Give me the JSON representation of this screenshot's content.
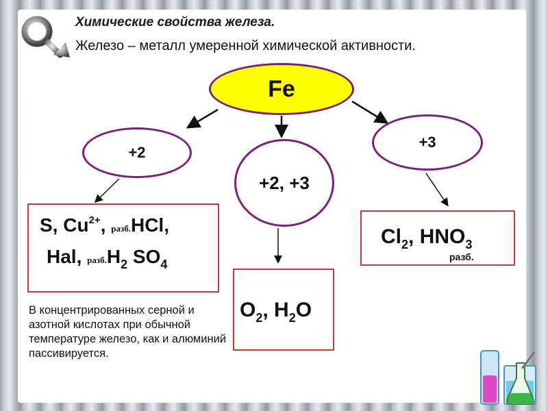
{
  "title": "Химические свойства железа.",
  "subtitle": "Железо – металл умеренной химической активности.",
  "center": "Fe",
  "ox_left": "+2",
  "ox_mid": "+2, +3",
  "ox_right": "+3",
  "left_box": {
    "s": "S,",
    "cu": "Cu",
    "cu_charge": "2+",
    "comma": ",",
    "razb1": "разб.",
    "hcl": "HCl,",
    "hal": "Hal,",
    "razb2": "разб.",
    "h": "H",
    "h_sub": "2",
    "so": "SO",
    "so_sub": "4"
  },
  "mid_box": {
    "o": "O",
    "o_sub": "2",
    "comma_h": ", H",
    "h_sub": "2",
    "o2": "O"
  },
  "right_box": {
    "cl": "Cl",
    "cl_sub": "2",
    "hno": ",  HNO",
    "no_sub": "3",
    "razb": "разб."
  },
  "note": "В концентрированных серной и азотной кислотах при обычной температуре железо, как и алюминий пассивируется.",
  "colors": {
    "oval_fill": "#ffff00",
    "oval_border": "#7b1f7b",
    "box_border": "#c23b36"
  },
  "icons": [
    "iron-symbol-icon",
    "lab-flask-icon"
  ]
}
